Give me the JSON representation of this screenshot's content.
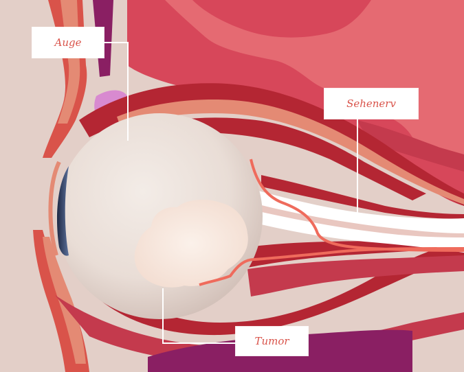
{
  "labels": {
    "auge": "Auge",
    "sehnerv": "Sehenerv",
    "tumor": "Tumor"
  },
  "colors": {
    "background": "#e3cfc8",
    "brain": "#d7475a",
    "brain_fold": "#e7727c",
    "muscle": "#b42633",
    "muscle_light": "#d4525b",
    "bone": "#e48a74",
    "sclera": "#ece3dd",
    "tumor": "#f7e6dc",
    "vessel": "#ef6b5c",
    "nerve": "#ffffff",
    "iris": "#2b3450",
    "gland": "#d88ad0",
    "sinus": "#8a1f63",
    "label_text": "#d9534a",
    "label_bg": "#ffffff"
  }
}
